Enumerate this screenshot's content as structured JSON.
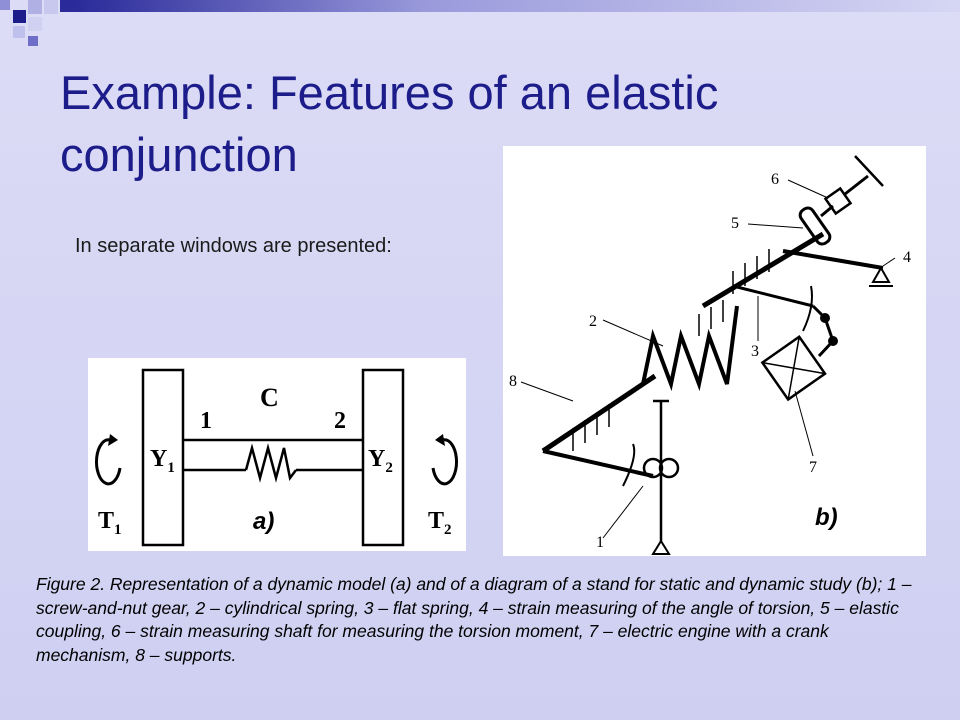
{
  "slide": {
    "title": "Example: Features of an elastic conjunction",
    "subtitle": "In separate windows are presented:",
    "caption": "Figure 2. Representation of a dynamic model (a) and of a diagram of a stand for static and dynamic study (b); 1 – screw-and-nut gear, 2 – cylindrical spring, 3 – flat spring, 4 – strain measuring of the angle of torsion, 5 – elastic coupling, 6 – strain measuring shaft for measuring the torsion moment, 7 – electric engine with a crank mechanism, 8 – supports.",
    "colors": {
      "title": "#1c1c8a",
      "accent": "#1c1c8a",
      "background": "#d6d6f4"
    }
  },
  "figure_a": {
    "tag": "a)",
    "label_c": "C",
    "label_1": "1",
    "label_2": "2",
    "label_y1_main": "Y",
    "label_y1_sub": "1",
    "label_y2_main": "Y",
    "label_y2_sub": "2",
    "label_t1_main": "T",
    "label_t1_sub": "1",
    "label_t2_main": "T",
    "label_t2_sub": "2"
  },
  "figure_b": {
    "tag": "b)",
    "numbers": [
      "1",
      "2",
      "3",
      "4",
      "5",
      "6",
      "7",
      "8"
    ]
  }
}
